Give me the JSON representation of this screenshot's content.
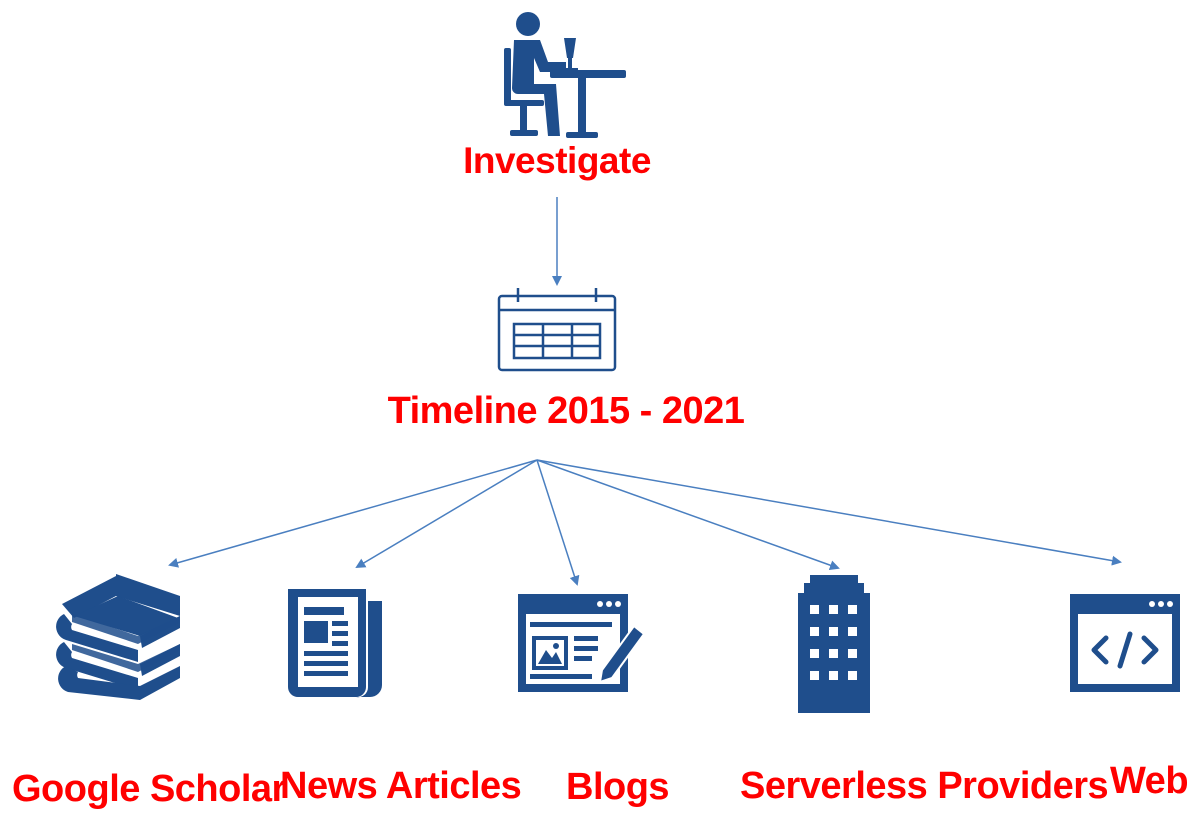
{
  "colors": {
    "icon": "#1f4e8c",
    "connector": "#4a7fc0",
    "label": "#ff0000"
  },
  "root": {
    "label": "Investigate",
    "icon": "person-at-desk-icon"
  },
  "middle": {
    "label": "Timeline 2015 - 2021",
    "icon": "calendar-icon"
  },
  "sources": [
    {
      "label": "Google Scholar",
      "icon": "books-icon"
    },
    {
      "label": "News Articles",
      "icon": "newspaper-icon"
    },
    {
      "label": "Blogs",
      "icon": "blog-editor-icon"
    },
    {
      "label": "Serverless Providers",
      "icon": "building-icon"
    },
    {
      "label": "Web",
      "icon": "web-code-icon"
    }
  ]
}
